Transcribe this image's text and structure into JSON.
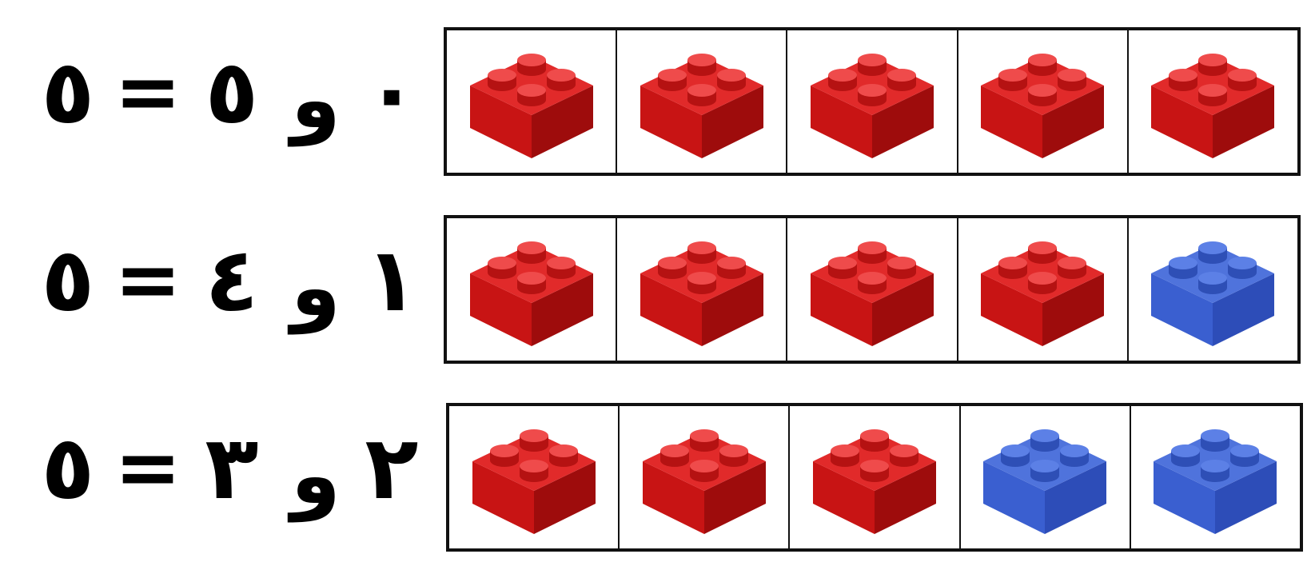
{
  "rows": [
    {
      "a": "٠",
      "and": "و",
      "b": "٥",
      "eq": "=",
      "total": "٥",
      "bricks": [
        "red",
        "red",
        "red",
        "red",
        "red"
      ]
    },
    {
      "a": "١",
      "and": "و",
      "b": "٤",
      "eq": "=",
      "total": "٥",
      "bricks": [
        "red",
        "red",
        "red",
        "red",
        "blue"
      ]
    },
    {
      "a": "٢",
      "and": "و",
      "b": "٣",
      "eq": "=",
      "total": "٥",
      "bricks": [
        "red",
        "red",
        "red",
        "blue",
        "blue"
      ]
    }
  ],
  "colors": {
    "red": {
      "top": "#e12a2a",
      "left": "#c81414",
      "right": "#9e0c0c",
      "stud": "#ef4b4b",
      "studSide": "#b51212"
    },
    "blue": {
      "top": "#4f73dc",
      "left": "#3a5fd0",
      "right": "#2d4db8",
      "stud": "#5c80e6",
      "studSide": "#2e4fb6"
    }
  }
}
